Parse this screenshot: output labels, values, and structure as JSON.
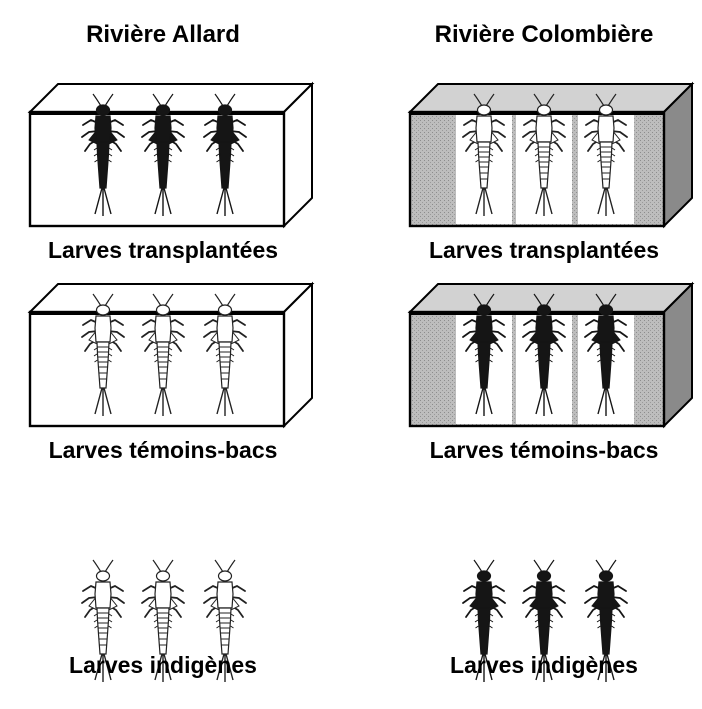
{
  "columns": [
    {
      "river": "Rivière Allard",
      "tint": "white",
      "rows": [
        {
          "label": "Larves transplantées",
          "container": true,
          "larva_color": "dark"
        },
        {
          "label": "Larves témoins-bacs",
          "container": true,
          "larva_color": "light"
        },
        {
          "label": "Larves indigènes",
          "container": false,
          "larva_color": "light"
        }
      ]
    },
    {
      "river": "Rivière Colombière",
      "tint": "gray",
      "rows": [
        {
          "label": "Larves transplantées",
          "container": true,
          "larva_color": "light"
        },
        {
          "label": "Larves témoins-bacs",
          "container": true,
          "larva_color": "dark"
        },
        {
          "label": "Larves indigènes",
          "container": false,
          "larva_color": "dark"
        }
      ]
    }
  ],
  "colors": {
    "dark_larva": "#151515",
    "light_larva_fill": "#ffffff",
    "light_larva_stroke": "#222222",
    "gray_box": "#b9b9b9",
    "gray_box_side": "#8a8a8a",
    "gray_box_top": "#d2d2d2"
  }
}
